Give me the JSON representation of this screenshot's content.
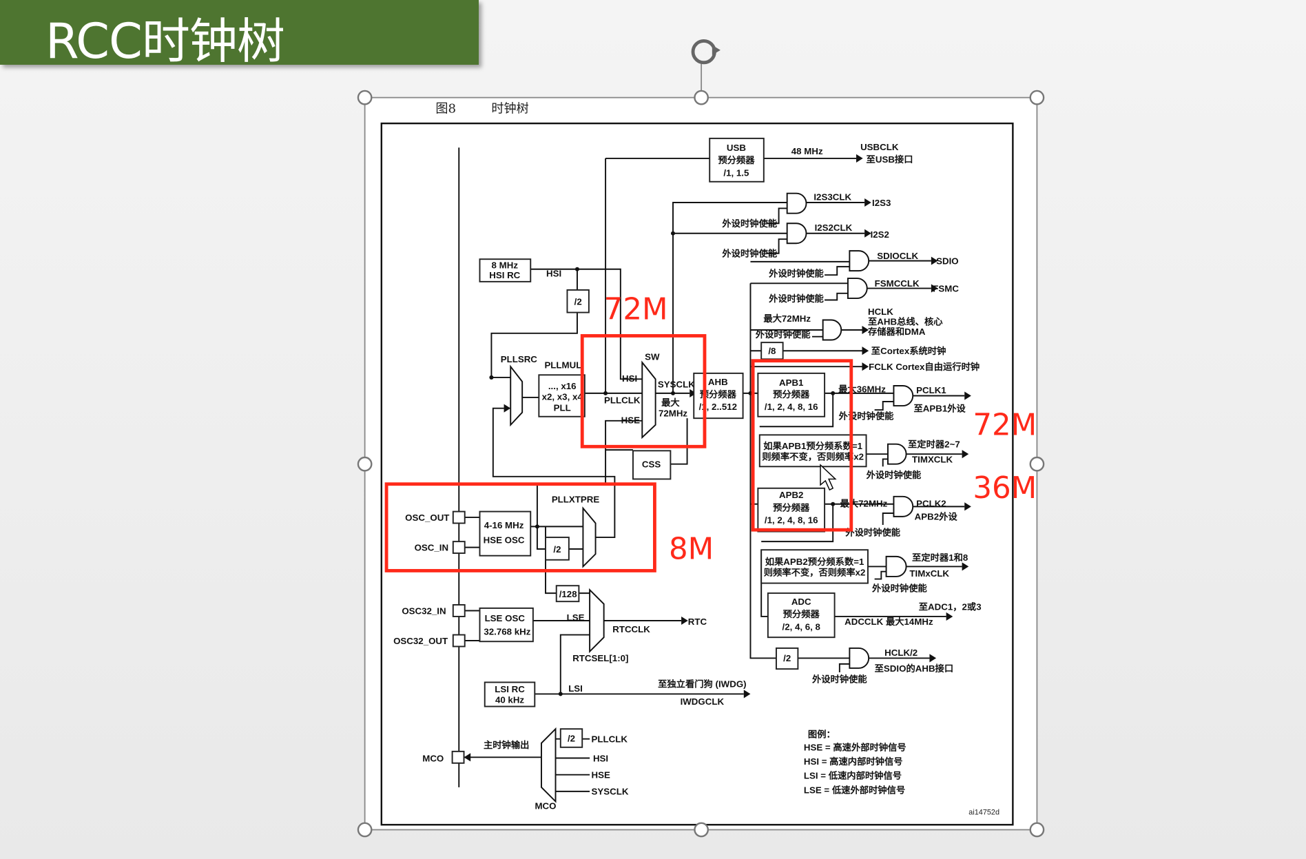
{
  "slide": {
    "title": "RCC时钟树"
  },
  "figure": {
    "number": "图8",
    "title": "时钟树",
    "id": "ai14752d"
  },
  "usb": {
    "l1": "USB",
    "l2": "预分频器",
    "l3": "/1, 1.5",
    "freq": "48 MHz",
    "out": "USBCLK",
    "dest": "至USB接口"
  },
  "hsi": {
    "l1": "8 MHz",
    "l2": "HSI RC",
    "sig": "HSI",
    "div": "/2"
  },
  "pll": {
    "src": "PLLSRC",
    "mul": "PLLMUL",
    "l1": "..., x16",
    "l2": "x2, x3, x4",
    "l3": "PLL"
  },
  "sw": {
    "label": "SW",
    "hsi": "HSI",
    "pllclk": "PLLCLK",
    "hse": "HSE",
    "sysclk": "SYSCLK",
    "max1": "最大",
    "max2": "72MHz"
  },
  "ahb": {
    "l1": "AHB",
    "l2": "预分频器",
    "l3": "/1, 2..512"
  },
  "css": "CSS",
  "hse": {
    "out_pin": "OSC_OUT",
    "in_pin": "OSC_IN",
    "l1": "4-16 MHz",
    "l2": "HSE OSC",
    "pllxtpre": "PLLXTPRE",
    "div": "/2"
  },
  "lse": {
    "div": "/128",
    "in_pin": "OSC32_IN",
    "out_pin": "OSC32_OUT",
    "l1": "LSE OSC",
    "l2": "32.768 kHz",
    "sig": "LSE",
    "rtcclk": "RTCCLK",
    "rtc": "RTC",
    "rtcsel": "RTCSEL[1:0]"
  },
  "lsi": {
    "l1": "LSI RC",
    "l2": "40 kHz",
    "sig": "LSI",
    "iwdg": "至独立看门狗 (IWDG)",
    "iwdgclk": "IWDGCLK"
  },
  "mco": {
    "pin": "MCO",
    "label": "主时钟输出",
    "div": "/2",
    "pllclk": "PLLCLK",
    "hsi": "HSI",
    "hse": "HSE",
    "sysclk": "SYSCLK",
    "mux": "MCO"
  },
  "enable": "外设时钟使能",
  "i2s": {
    "c3": "I2S3CLK",
    "o3": "I2S3",
    "c2": "I2S2CLK",
    "o2": "I2S2"
  },
  "sdio": {
    "clk": "SDIOCLK",
    "out": "SDIO"
  },
  "fsmc": {
    "clk": "FSMCCLK",
    "out": "FSMC"
  },
  "hclk": {
    "max": "最大72MHz",
    "name": "HCLK",
    "d1": "至AHB总线、核心",
    "d2": "存储器和DMA"
  },
  "cortex": {
    "div": "/8",
    "sys": "至Cortex系统时钟",
    "fclk": "FCLK Cortex自由运行时钟"
  },
  "apb1": {
    "l1": "APB1",
    "l2": "预分频器",
    "l3": "/1, 2, 4, 8, 16",
    "max": "最大36MHz",
    "pclk": "PCLK1",
    "dest": "至APB1外设",
    "tim1": "如果APB1预分频系数=1",
    "tim2": "则频率不变，否则频率x2",
    "timdest": "至定时器2~7",
    "timclk": "TIMXCLK"
  },
  "apb2": {
    "l1": "APB2",
    "l2": "预分频器",
    "l3": "/1, 2, 4, 8, 16",
    "max": "最大72MHz",
    "pclk": "PCLK2",
    "dest": "APB2外设",
    "tim1": "如果APB2预分频系数=1",
    "tim2": "则频率不变，否则频率x2",
    "timdest": "至定时器1和8",
    "timclk": "TIMxCLK"
  },
  "adc": {
    "l1": "ADC",
    "l2": "预分频器",
    "l3": "/2, 4, 6, 8",
    "dest": "至ADC1，2或3",
    "clk": "ADCCLK  最大14MHz"
  },
  "sdioahb": {
    "div": "/2",
    "clk": "HCLK/2",
    "dest": "至SDIO的AHB接口"
  },
  "legend": {
    "title": "图例：",
    "hse": "HSE = 高速外部时钟信号",
    "hsi": "HSI = 高速内部时钟信号",
    "lsi": "LSI = 低速内部时钟信号",
    "lse": "LSE = 低速外部时钟信号"
  },
  "annotations": {
    "color": "#ff2a1a",
    "a1": "72M",
    "a2": "72M",
    "a3": "36M",
    "a4": "8M"
  },
  "colors": {
    "banner": "#4e7530",
    "annotation": "#ff2a1a"
  }
}
